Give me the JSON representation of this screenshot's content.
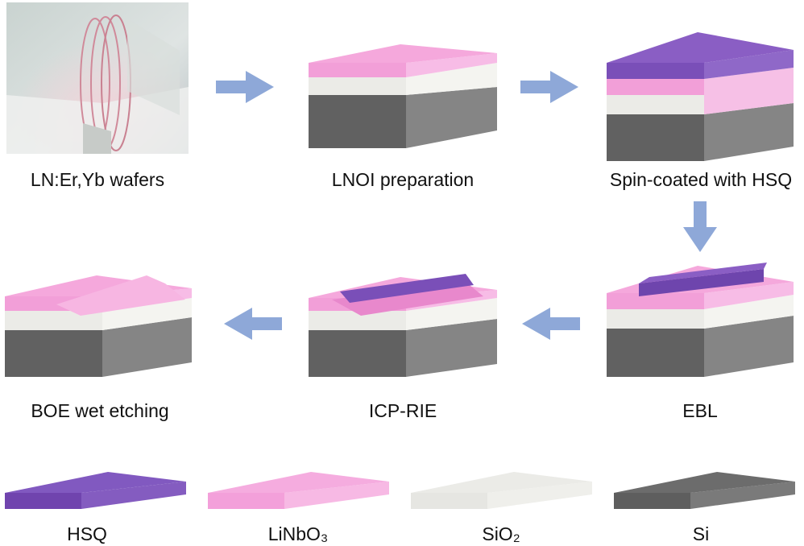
{
  "steps": {
    "s1": "LN:Er,Yb wafers",
    "s2": "LNOI preparation",
    "s3": "Spin-coated with HSQ",
    "s4": "EBL",
    "s5": "ICP-RIE",
    "s6": "BOE wet etching"
  },
  "legend": {
    "hsq": "HSQ",
    "linbo3": "LiNbO₃",
    "sio2": "SiO₂",
    "si": "Si"
  },
  "colors": {
    "hsq": "#7b55b8",
    "linbo3": "#f4a3dc",
    "sio2": "#e8e8e4",
    "si": "#6e6e6e",
    "arrow": "#8ea8d8"
  }
}
